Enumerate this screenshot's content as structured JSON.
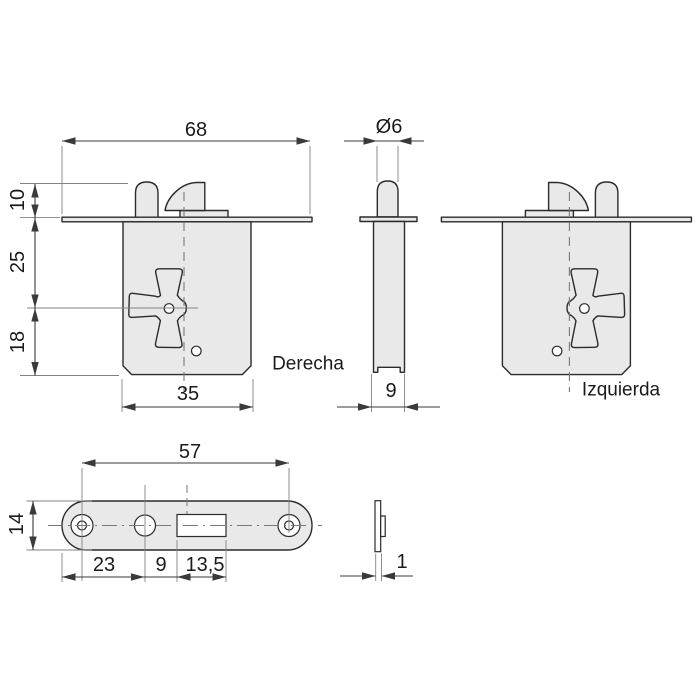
{
  "views": {
    "right": {
      "label": "Derecha"
    },
    "left": {
      "label": "Izquierda"
    }
  },
  "dimensions": {
    "flange_width": "68",
    "spindle_diameter": "Ø6",
    "pin_height": "10",
    "plate_to_spindle": "25",
    "spindle_to_bottom": "18",
    "body_width": "35",
    "body_depth": "9",
    "strike_hole_spacing": "57",
    "strike_height": "14",
    "strike_end_to_hole": "23",
    "strike_hole_to_slot": "9",
    "strike_slot_width": "13,5",
    "strike_thickness": "1"
  },
  "colors": {
    "part_fill": "#e9e9e9",
    "outline": "#2b2b2b",
    "dimension_line": "#3a3a3a",
    "thin_line": "#838383",
    "text": "#1a1a1a",
    "background": "#ffffff"
  }
}
